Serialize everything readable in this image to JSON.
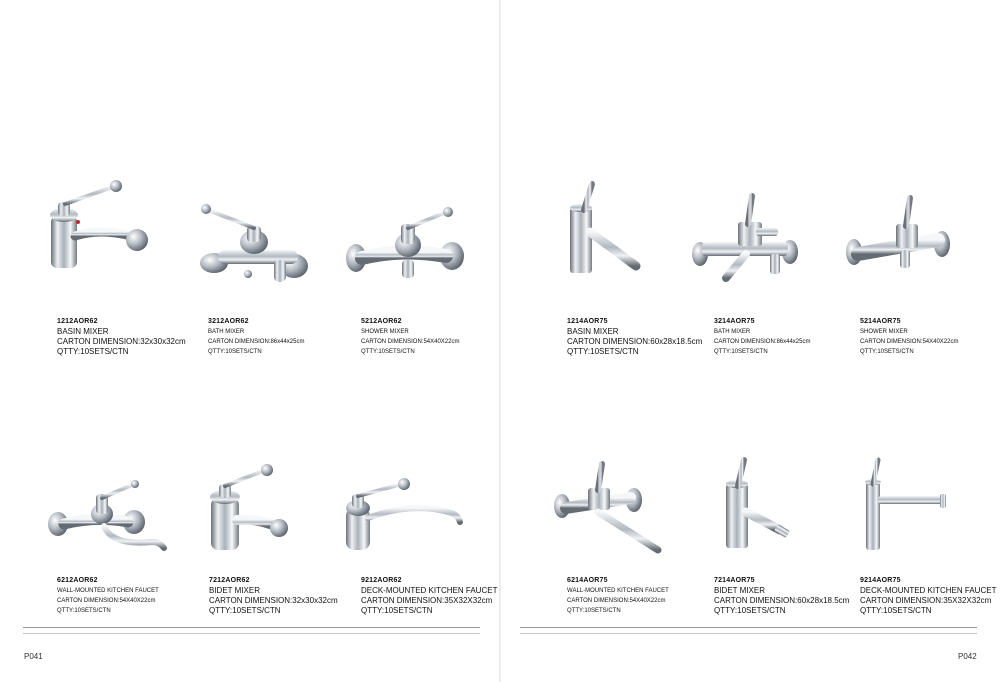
{
  "left_page": {
    "page_number": "P041",
    "products": [
      {
        "code": "1212AOR62",
        "name": "BASIN MIXER",
        "dimension": "CARTON DIMENSION:32x30x32cm",
        "qty": "QTTY:10SETS/CTN"
      },
      {
        "code": "3212AOR62",
        "name": "BATH MIXER",
        "dimension": "CARTON DIMENSION:86x44x25cm",
        "qty": "QTTY:10SETS/CTN"
      },
      {
        "code": "5212AOR62",
        "name": "SHOWER MIXER",
        "dimension": "CARTON DIMENSION:54X40X22cm",
        "qty": "QTTY:10SETS/CTN"
      },
      {
        "code": "6212AOR62",
        "name": "WALL-MOUNTED KITCHEN FAUCET",
        "dimension": "CARTON DIMENSION:54X40X22cm",
        "qty": "QTTY:10SETS/CTN"
      },
      {
        "code": "7212AOR62",
        "name": "BIDET MIXER",
        "dimension": "CARTON DIMENSION:32x30x32cm",
        "qty": "QTTY:10SETS/CTN"
      },
      {
        "code": "9212AOR62",
        "name": "DECK-MOUNTED KITCHEN FAUCET",
        "dimension": "CARTON DIMENSION:35X32X32cm",
        "qty": "QTTY:10SETS/CTN"
      }
    ]
  },
  "right_page": {
    "page_number": "P042",
    "products": [
      {
        "code": "1214AOR75",
        "name": "BASIN MIXER",
        "dimension": "CARTON DIMENSION:60x28x18.5cm",
        "qty": "QTTY:10SETS/CTN"
      },
      {
        "code": "3214AOR75",
        "name": "BATH MIXER",
        "dimension": "CARTON DIMENSION:86x44x25cm",
        "qty": "QTTY:10SETS/CTN"
      },
      {
        "code": "5214AOR75",
        "name": "SHOWER MIXER",
        "dimension": "CARTON DIMENSION:54X40X22cm",
        "qty": "QTTY:10SETS/CTN"
      },
      {
        "code": "6214AOR75",
        "name": "WALL-MOUNTED KITCHEN FAUCET",
        "dimension": "CARTON DIMENSION:54X40X22cm",
        "qty": "QTTY:10SETS/CTN"
      },
      {
        "code": "7214AOR75",
        "name": "BIDET MIXER",
        "dimension": "CARTON DIMENSION:60x28x18.5cm",
        "qty": "QTTY:10SETS/CTN"
      },
      {
        "code": "9214AOR75",
        "name": "DECK-MOUNTED KITCHEN FAUCET",
        "dimension": "CARTON DIMENSION:35X32X32cm",
        "qty": "QTTY:10SETS/CTN"
      }
    ]
  },
  "colors": {
    "chrome_light": "#f4f6f8",
    "chrome_mid": "#b9c0c8",
    "chrome_dark": "#5d646c",
    "accent_red": "#c0282d"
  }
}
